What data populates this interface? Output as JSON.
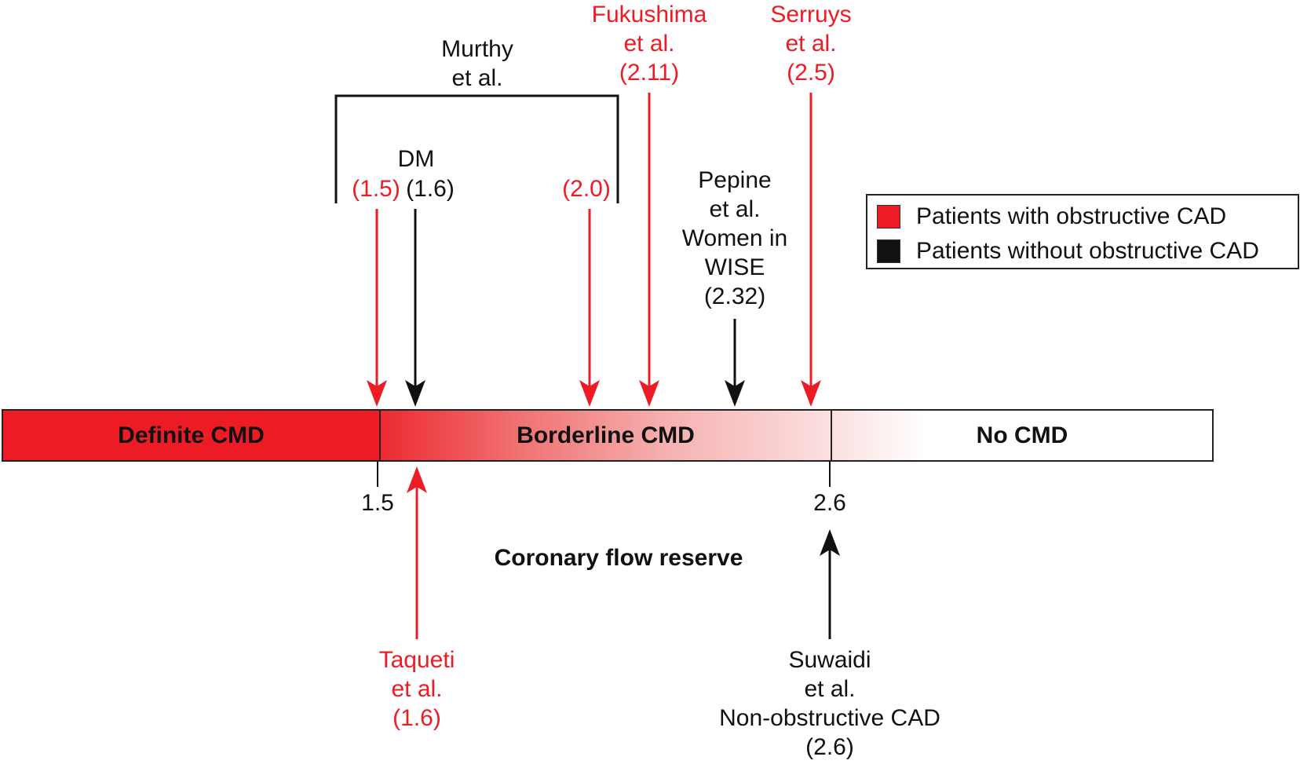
{
  "title_axis": "Coronary flow reserve",
  "colors": {
    "obstructive": "#ed1c24",
    "non_obstructive": "#111111"
  },
  "bar": {
    "segments": [
      {
        "label": "Definite CMD"
      },
      {
        "label": "Borderline CMD"
      },
      {
        "label": "No CMD"
      }
    ],
    "thresholds": [
      "1.5",
      "2.6"
    ]
  },
  "legend": {
    "items": [
      {
        "label": "Patients with obstructive CAD",
        "color": "#ed1c24"
      },
      {
        "label": "Patients without obstructive CAD",
        "color": "#111111"
      }
    ]
  },
  "studies": {
    "murthy": {
      "name": "Murthy",
      "etal": "et al.",
      "dm": "DM",
      "v1": "(1.5)",
      "v2": "(1.6)",
      "v3": "(2.0)"
    },
    "fukushima": {
      "name": "Fukushima",
      "etal": "et al.",
      "value": "(2.11)"
    },
    "serruys": {
      "name": "Serruys",
      "etal": "et al.",
      "value": "(2.5)"
    },
    "pepine": {
      "name": "Pepine",
      "etal": "et al.",
      "sub1": "Women in",
      "sub2": "WISE",
      "value": "(2.32)"
    },
    "taqueti": {
      "name": "Taqueti",
      "etal": "et al.",
      "value": "(1.6)"
    },
    "suwaidi": {
      "name": "Suwaidi",
      "etal": "et al.",
      "sub": "Non-obstructive CAD",
      "value": "(2.6)"
    }
  },
  "chart_data": {
    "type": "annotated-scale",
    "axis_label": "Coronary flow reserve",
    "zones": [
      {
        "label": "Definite CMD",
        "range": [
          null,
          1.5
        ]
      },
      {
        "label": "Borderline CMD",
        "range": [
          1.5,
          2.6
        ]
      },
      {
        "label": "No CMD",
        "range": [
          2.6,
          null
        ]
      }
    ],
    "markers": [
      {
        "study": "Murthy et al.",
        "value": 1.5,
        "group": "obstructive CAD",
        "direction": "down"
      },
      {
        "study": "Murthy et al. (DM)",
        "value": 1.6,
        "group": "without obstructive CAD",
        "direction": "down"
      },
      {
        "study": "Murthy et al.",
        "value": 2.0,
        "group": "obstructive CAD",
        "direction": "down"
      },
      {
        "study": "Fukushima et al.",
        "value": 2.11,
        "group": "obstructive CAD",
        "direction": "down"
      },
      {
        "study": "Pepine et al. Women in WISE",
        "value": 2.32,
        "group": "without obstructive CAD",
        "direction": "down"
      },
      {
        "study": "Serruys et al.",
        "value": 2.5,
        "group": "obstructive CAD",
        "direction": "down"
      },
      {
        "study": "Taqueti et al.",
        "value": 1.6,
        "group": "obstructive CAD",
        "direction": "up"
      },
      {
        "study": "Suwaidi et al. Non-obstructive CAD",
        "value": 2.6,
        "group": "without obstructive CAD",
        "direction": "up"
      }
    ],
    "legend": [
      "Patients with obstructive CAD",
      "Patients without obstructive CAD"
    ]
  }
}
